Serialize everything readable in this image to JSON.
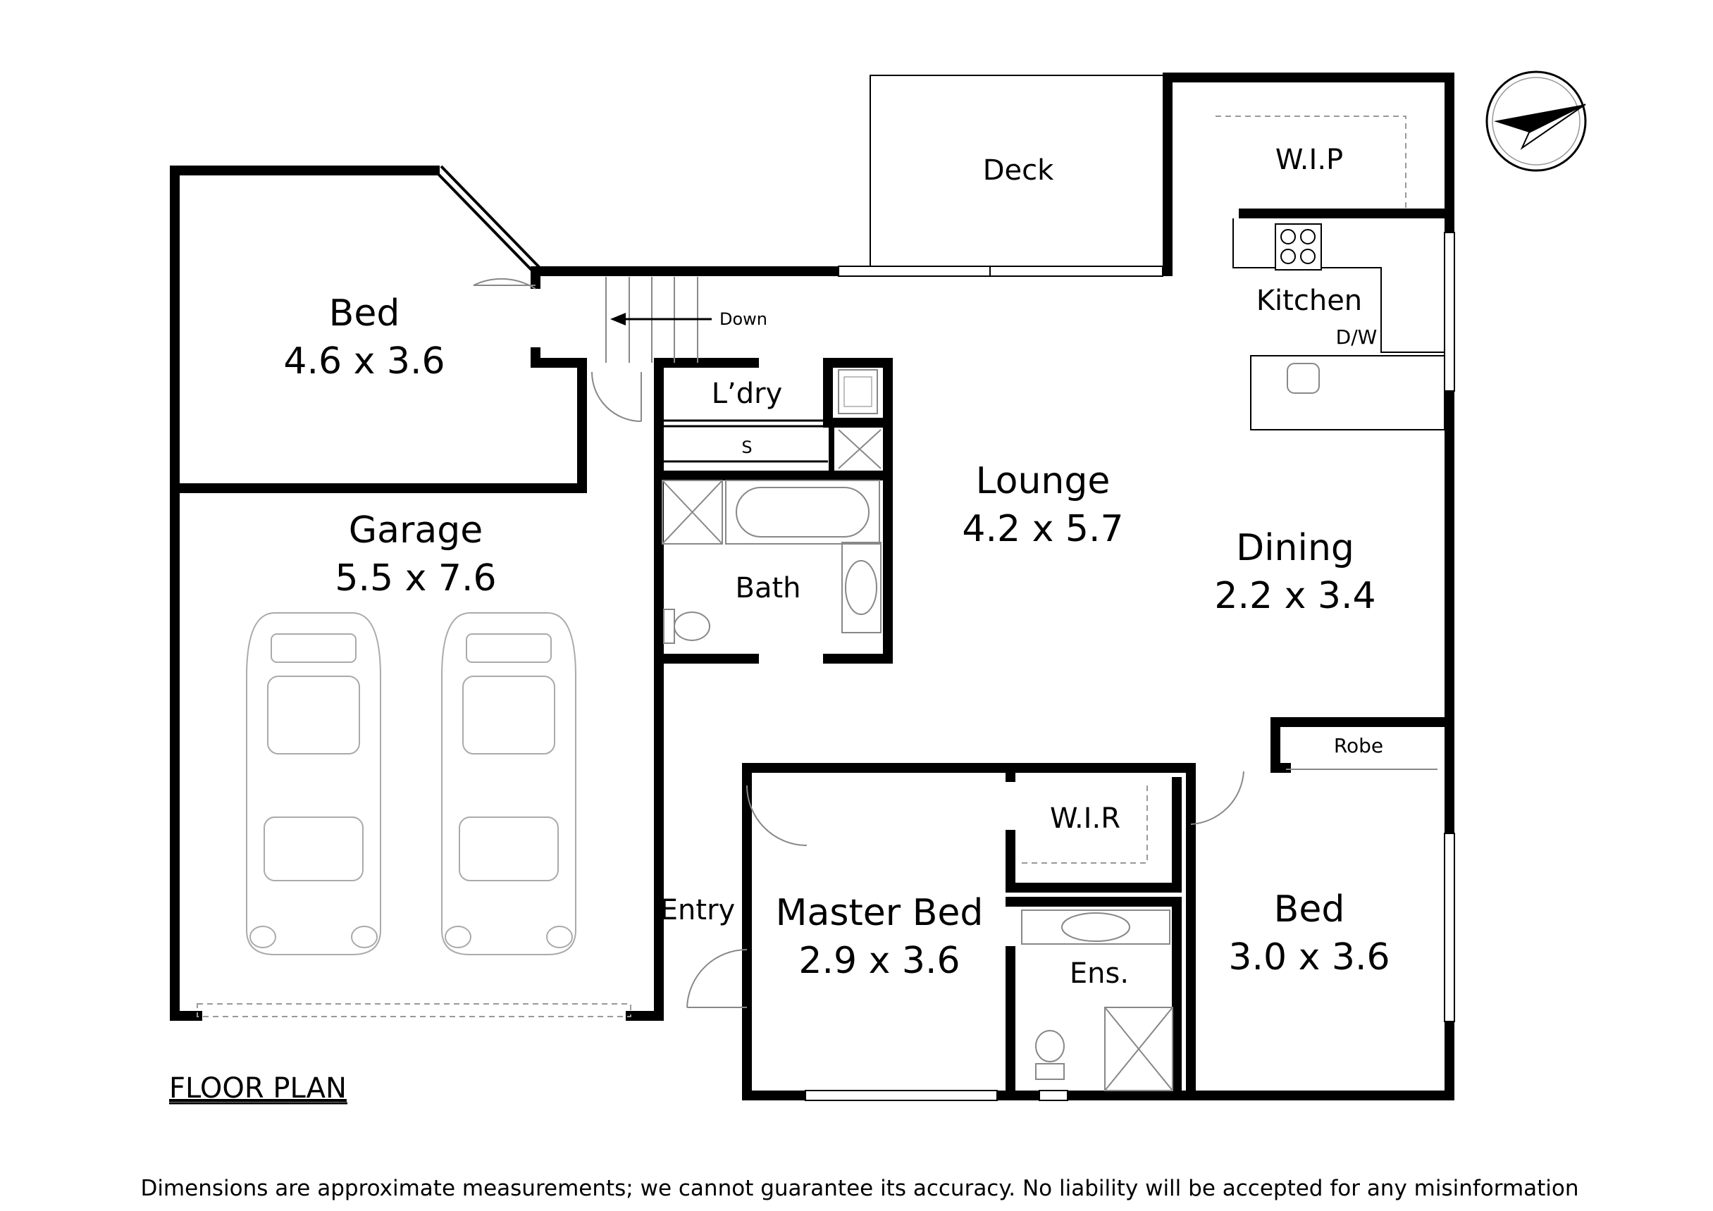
{
  "plan_title": "FLOOR PLAN",
  "disclaimer": "Dimensions are approximate measurements; we cannot guarantee its accuracy. No liability will be accepted for any misinformation",
  "rooms": {
    "bed1": {
      "name": "Bed",
      "dims": "4.6 x 3.6"
    },
    "garage": {
      "name": "Garage",
      "dims": "5.5 x 7.6"
    },
    "deck": {
      "name": "Deck"
    },
    "wip": {
      "name": "W.I.P"
    },
    "kitchen": {
      "name": "Kitchen",
      "dw": "D/W"
    },
    "laundry": {
      "name": "L’dry",
      "s": "S"
    },
    "lounge": {
      "name": "Lounge",
      "dims": "4.2 x 5.7"
    },
    "dining": {
      "name": "Dining",
      "dims": "2.2 x 3.4"
    },
    "bath": {
      "name": "Bath"
    },
    "robe": {
      "name": "Robe"
    },
    "wir": {
      "name": "W.I.R"
    },
    "entry": {
      "name": "Entry"
    },
    "master": {
      "name": "Master Bed",
      "dims": "2.9 x 3.6"
    },
    "ens": {
      "name": "Ens."
    },
    "bed2": {
      "name": "Bed",
      "dims": "3.0 x 3.6"
    }
  },
  "stairs_label": "Down",
  "icons": [
    "compass-icon",
    "car-icon",
    "stove-icon",
    "sink-icon",
    "bathtub-icon",
    "toilet-icon",
    "shower-icon",
    "stair-arrow-icon"
  ]
}
